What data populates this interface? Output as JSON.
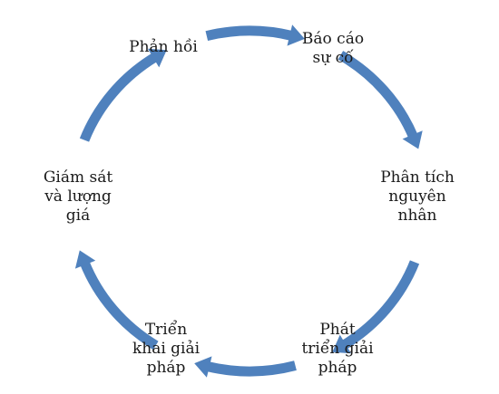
{
  "accent_color": "#4F81BD",
  "nodes": [
    {
      "lines": [
        "Báo cáo",
        "sự cố"
      ]
    },
    {
      "lines": [
        "Phân tích",
        "nguyên",
        "nhân"
      ]
    },
    {
      "lines": [
        "Phát",
        "triển giải",
        "pháp"
      ]
    },
    {
      "lines": [
        "Triển",
        "khai giải",
        "pháp"
      ]
    },
    {
      "lines": [
        "Giám sát",
        "và lượng",
        "giá"
      ]
    },
    {
      "lines": [
        "Phản hồi"
      ]
    }
  ]
}
